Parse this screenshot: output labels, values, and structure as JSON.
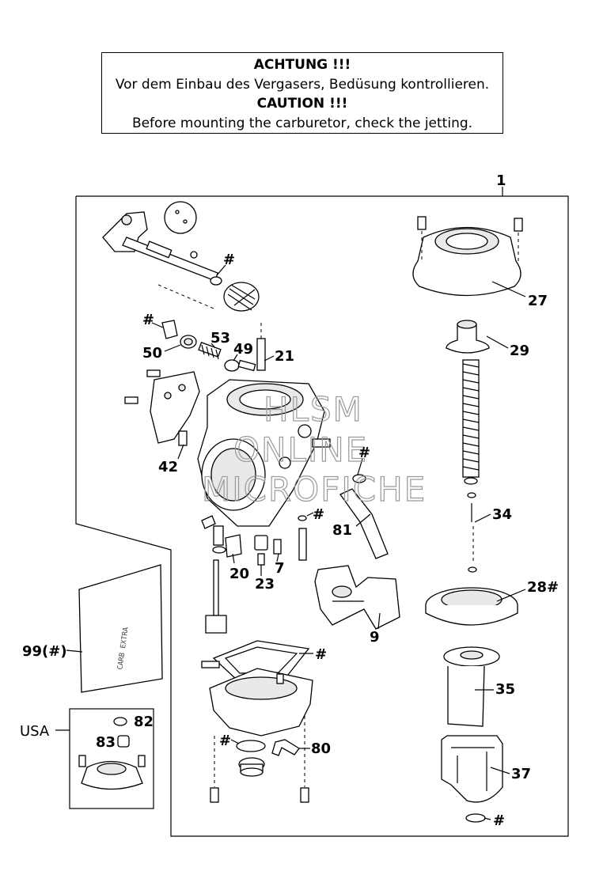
{
  "caution": {
    "line1": "ACHTUNG !!!",
    "line2": "Vor dem Einbau des Vergasers, Bedüsung kontrollieren.",
    "line3": "CAUTION !!!",
    "line4": "Before mounting the carburetor, check the jetting."
  },
  "watermark": {
    "line1": "HLSM",
    "line2": "ONLINE",
    "line3": "MICROFICHE"
  },
  "labels": {
    "p1": "1",
    "p27": "27",
    "p29": "29",
    "p34": "34",
    "p28": "28#",
    "p35": "35",
    "p37": "37",
    "hash_top": "#",
    "hash_50": "#",
    "p50": "50",
    "p53": "53",
    "p49": "49",
    "p21": "21",
    "p42": "42",
    "hash_mid": "#",
    "p81": "81",
    "hash_jet": "#",
    "p20": "20",
    "p7": "7",
    "p23": "23",
    "p9": "9",
    "hash_gasket": "#",
    "p99": "99(#)",
    "p82": "82",
    "p83": "83",
    "usa": "USA",
    "hash_oring": "#",
    "p80": "80",
    "hash_bottom": "#"
  },
  "bag_text": "CARB EXTRA"
}
